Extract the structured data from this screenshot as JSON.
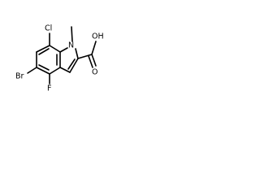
{
  "molecule": {
    "atoms": {
      "cl": "Cl",
      "methyl": "",
      "n": "N",
      "oh": "OH",
      "o": "O",
      "br": "Br",
      "f": "F"
    },
    "colors": {
      "bond": "#000000",
      "label": "#000000",
      "background": "#ffffff"
    }
  }
}
